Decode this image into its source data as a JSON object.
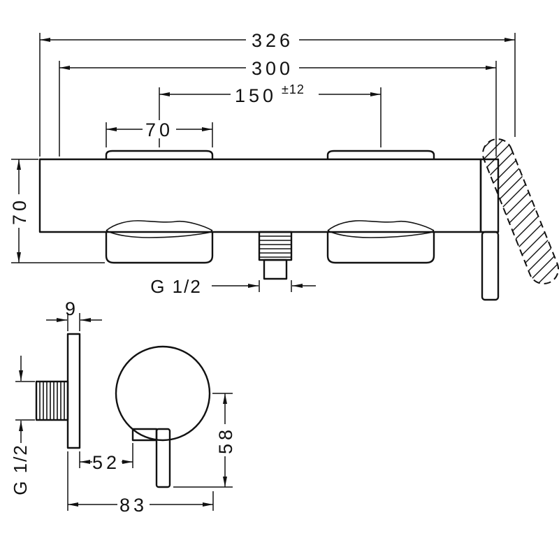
{
  "front_view": {
    "dim_overall_width": "326",
    "dim_width": "300",
    "dim_connection_centers": "150",
    "dim_connection_tolerance": "±12",
    "dim_escutcheon_width": "70",
    "dim_height": "70",
    "outlet_thread_label": "G 1/2"
  },
  "side_view": {
    "dim_escutcheon_thickness": "9",
    "inlet_thread_label": "G 1/2",
    "dim_wall_to_handle": "52",
    "dim_depth": "83",
    "dim_handle_drop": "58"
  },
  "colors": {
    "line": "#111111",
    "background": "#ffffff"
  }
}
